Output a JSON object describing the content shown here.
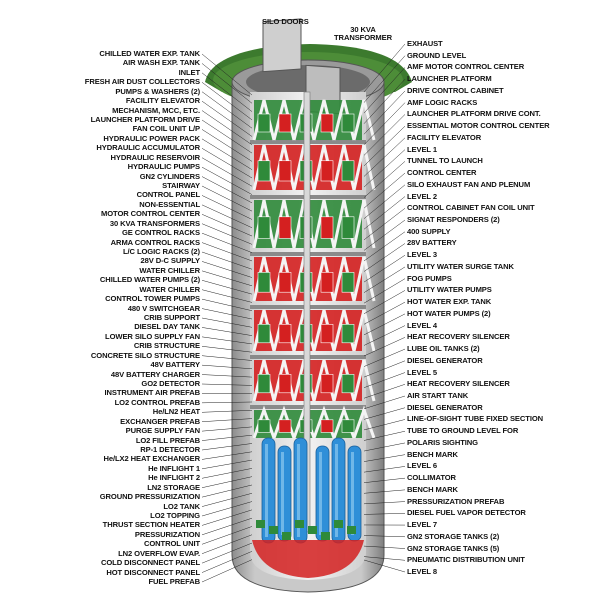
{
  "colors": {
    "shell": "#b9b9b9",
    "shell_dark": "#6f6f6f",
    "interior": "#e9e9e9",
    "equipment_red": "#d42020",
    "equipment_green": "#2f8a3a",
    "tank_blue": "#2f8fd8",
    "ground": "#3c7a2e",
    "text": "#111111"
  },
  "top_labels": [
    "SILO DOORS",
    "30 KVA TRANSFORMER"
  ],
  "left_labels": [
    "CHILLED WATER EXP. TANK",
    "AIR WASH EXP. TANK",
    "INLET",
    "FRESH AIR DUST COLLECTORS",
    "PUMPS & WASHERS (2)",
    "FACILITY ELEVATOR",
    "MECHANISM, MCC, ETC.",
    "LAUNCHER PLATFORM DRIVE",
    "FAN COIL UNIT L/P",
    "HYDRAULIC POWER PACK",
    "HYDRAULIC ACCUMULATOR",
    "HYDRAULIC RESERVOIR",
    "HYDRAULIC PUMPS",
    "GN2 CYLINDERS",
    "STAIRWAY",
    "CONTROL PANEL",
    "NON-ESSENTIAL",
    "MOTOR CONTROL CENTER",
    "30 KVA TRANSFORMERS",
    "GE CONTROL RACKS",
    "ARMA CONTROL RACKS",
    "L/C LOGIC RACKS (2)",
    "28V D-C SUPPLY",
    "WATER CHILLER",
    "CHILLED WATER PUMPS (2)",
    "WATER CHILLER",
    "CONTROL TOWER PUMPS",
    "480 V SWITCHGEAR",
    "CRIB SUPPORT",
    "DIESEL DAY TANK",
    "LOWER SILO SUPPLY FAN",
    "CRIB STRUCTURE",
    "CONCRETE SILO STRUCTURE",
    "48V BATTERY",
    "48V BATTERY CHARGER",
    "GO2 DETECTOR",
    "INSTRUMENT AIR PREFAB",
    "LO2 CONTROL PREFAB",
    "He/LN2 HEAT",
    "EXCHANGER PREFAB",
    "PURGE SUPPLY FAN",
    "LO2 FILL PREFAB",
    "RP-1 DETECTOR",
    "He/LX2 HEAT EXCHANGER",
    "He INFLIGHT 1",
    "He INFLIGHT 2",
    "LN2 STORAGE",
    "GROUND PRESSURIZATION",
    "LO2 TANK",
    "LO2 TOPPING",
    "THRUST SECTION HEATER",
    "PRESSURIZATION",
    "CONTROL UNIT",
    "LN2 OVERFLOW EVAP.",
    "COLD DISCONNECT PANEL",
    "HOT DISCONNECT PANEL",
    "FUEL PREFAB"
  ],
  "right_labels": [
    "EXHAUST",
    "GROUND LEVEL",
    "AMF MOTOR CONTROL CENTER",
    "LAUNCHER PLATFORM",
    "DRIVE CONTROL CABINET",
    "AMF LOGIC RACKS",
    "LAUNCHER PLATFORM DRIVE CONT.",
    "ESSENTIAL MOTOR CONTROL CENTER",
    "FACILITY ELEVATOR",
    "LEVEL 1",
    "TUNNEL TO LAUNCH",
    "CONTROL CENTER",
    "SILO EXHAUST FAN AND PLENUM",
    "LEVEL 2",
    "CONTROL CABINET FAN COIL UNIT",
    "SIGNAT RESPONDERS (2)",
    "400 SUPPLY",
    "28V BATTERY",
    "LEVEL 3",
    "UTILITY WATER SURGE TANK",
    "FOG PUMPS",
    "UTILITY WATER PUMPS",
    "HOT WATER EXP. TANK",
    "HOT WATER PUMPS (2)",
    "LEVEL 4",
    "HEAT RECOVERY SILENCER",
    "LUBE OIL TANKS (2)",
    "DIESEL GENERATOR",
    "LEVEL 5",
    "HEAT RECOVERY SILENCER",
    "AIR START TANK",
    "DIESEL GENERATOR",
    "LINE-OF-SIGHT TUBE FIXED SECTION",
    "TUBE TO GROUND LEVEL FOR",
    "POLARIS SIGHTING",
    "BENCH MARK",
    "LEVEL 6",
    "COLLIMATOR",
    "BENCH MARK",
    "PRESSURIZATION PREFAB",
    "DIESEL FUEL VAPOR DETECTOR",
    "LEVEL 7",
    "GN2 STORAGE TANKS (2)",
    "GN2 STORAGE TANKS (5)",
    "PNEUMATIC DISTRIBUTION UNIT",
    "LEVEL 8"
  ]
}
